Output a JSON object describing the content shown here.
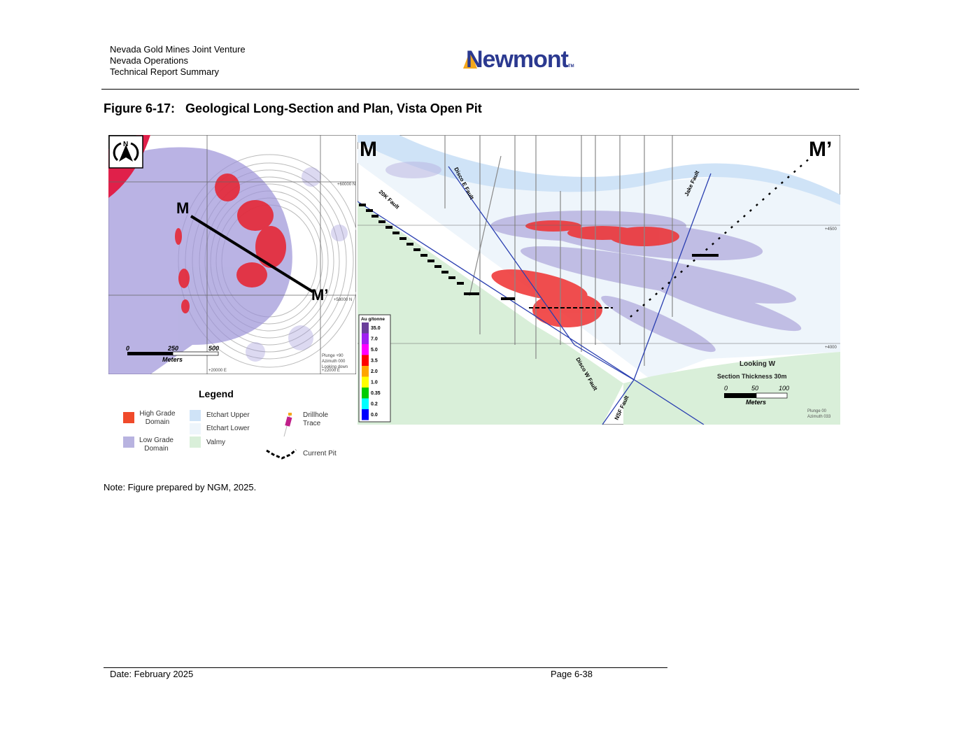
{
  "header": {
    "lines": [
      "Nevada Gold Mines Joint Venture",
      "Nevada Operations",
      "Technical Report Summary"
    ],
    "logo": "Newmont",
    "logo_tm": "TM"
  },
  "figure": {
    "title": "Figure 6-17:   Geological Long-Section and Plan, Vista Open Pit",
    "plan": {
      "north": "N",
      "section_start": "M",
      "section_end": "M’",
      "grid": [
        "+60000 N",
        "+58000 N",
        "+20000 E",
        "+22000 E"
      ],
      "view": [
        "Plunge +90",
        "Azimuth 000",
        "Looking down"
      ],
      "scale": [
        "0",
        "250",
        "500"
      ],
      "scale_unit": "Meters"
    },
    "section": {
      "start": "M",
      "end": "M’",
      "faults": [
        "20K Fault",
        "Disco E Fault",
        "Jake Fault",
        "Disco W Fault",
        "NSF Fault"
      ],
      "elevations": [
        "+4500",
        "+4000"
      ],
      "looking": "Looking W",
      "thickness": "Section Thickness 30m",
      "scale": [
        "0",
        "50",
        "100"
      ],
      "scale_unit": "Meters",
      "view": [
        "Plunge 00",
        "Azimuth 033"
      ],
      "grade_legend": {
        "title": "Au g/tonne",
        "items": [
          {
            "v": "35.0",
            "c": "#6a3d9a"
          },
          {
            "v": "7.0",
            "c": "#a020f0"
          },
          {
            "v": "5.0",
            "c": "#ff00ff"
          },
          {
            "v": "3.5",
            "c": "#ff0000"
          },
          {
            "v": "2.0",
            "c": "#ffa500"
          },
          {
            "v": "1.0",
            "c": "#ffff00"
          },
          {
            "v": "0.35",
            "c": "#00cc00"
          },
          {
            "v": "0.2",
            "c": "#00ffff"
          },
          {
            "v": "0.0",
            "c": "#0000ff"
          }
        ]
      }
    },
    "legend": {
      "title": "Legend",
      "items": [
        {
          "label": "High Grade Domain",
          "color": "#f04a2a"
        },
        {
          "label": "Low Grade Domain",
          "color": "#b8b3e0"
        },
        {
          "label": "Etchart Upper",
          "color": "#cfe3f7"
        },
        {
          "label": "Etchart Lower",
          "color": "#eef5fb"
        },
        {
          "label": "Valmy",
          "color": "#d9efd9"
        },
        {
          "label": "Drillhole Trace"
        },
        {
          "label": "Current Pit"
        }
      ]
    }
  },
  "note": "Note:  Figure prepared by NGM, 2025.",
  "footer": {
    "date": "Date:  February 2025",
    "page": "Page 6-38"
  }
}
